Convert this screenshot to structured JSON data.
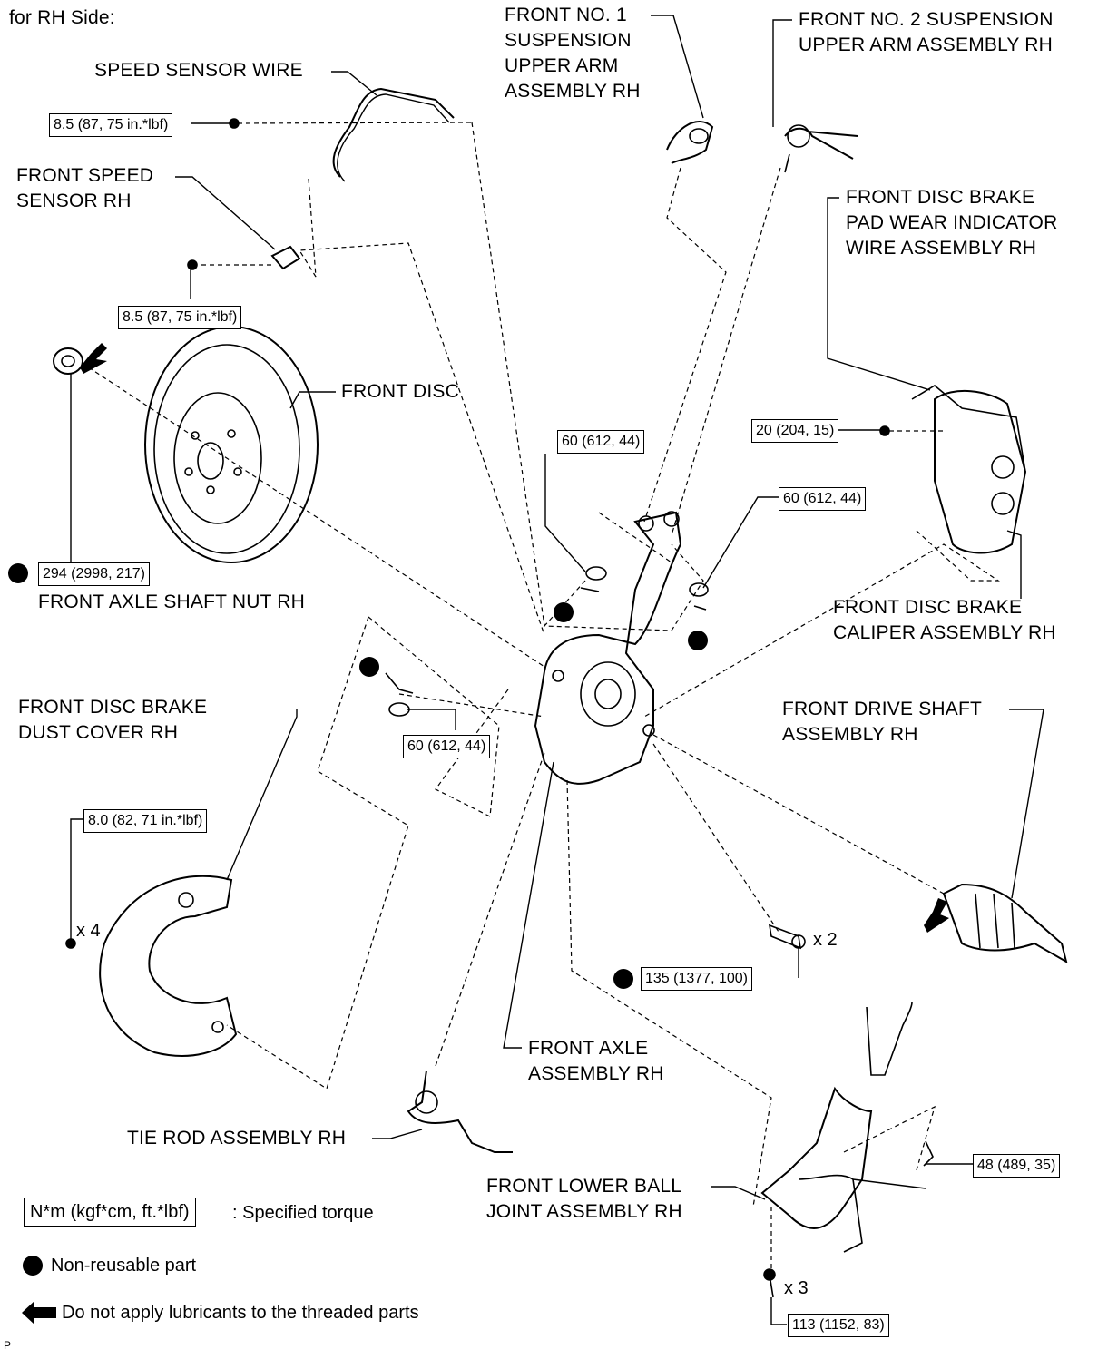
{
  "header": {
    "side": "for RH Side:"
  },
  "labels": {
    "speed_sensor_wire": "SPEED SENSOR WIRE",
    "front_speed_sensor": "FRONT SPEED\nSENSOR RH",
    "front_disc": "FRONT DISC",
    "front_axle_shaft_nut": "FRONT AXLE SHAFT NUT RH",
    "dust_cover": "FRONT DISC BRAKE\nDUST COVER RH",
    "tie_rod": "TIE ROD ASSEMBLY RH",
    "no1_upper_arm": "FRONT NO. 1\nSUSPENSION\nUPPER ARM\nASSEMBLY RH",
    "no2_upper_arm": "FRONT NO. 2 SUSPENSION\nUPPER ARM ASSEMBLY RH",
    "pad_wear_wire": "FRONT DISC BRAKE\nPAD WEAR INDICATOR\nWIRE ASSEMBLY RH",
    "caliper": "FRONT DISC BRAKE\nCALIPER ASSEMBLY RH",
    "drive_shaft": "FRONT DRIVE SHAFT\nASSEMBLY RH",
    "front_axle": "FRONT AXLE\nASSEMBLY RH",
    "lower_ball_joint": "FRONT LOWER BALL\nJOINT ASSEMBLY RH"
  },
  "torques": {
    "speed_wire_bolt": "8.5 (87, 75 in.*lbf)",
    "speed_sensor_bolt": "8.5 (87, 75 in.*lbf)",
    "axle_nut": "294 (2998, 217)",
    "upper_arm1_nut": "60 (612, 44)",
    "upper_arm2_nut": "60 (612, 44)",
    "tie_rod_nut": "60 (612, 44)",
    "caliper_bolt": "20 (204, 15)",
    "dust_cover_bolt": "8.0 (82, 71 in.*lbf)",
    "lower_bolts": "135 (1377, 100)",
    "ball_joint_bolt": "48 (489, 35)",
    "ball_joint_lower": "113 (1152, 83)"
  },
  "multipliers": {
    "dust_cover": "x 4",
    "lower_bolts": "x 2",
    "ball_joint_lower": "x 3"
  },
  "legend": {
    "torque_box": "N*m (kgf*cm, ft.*lbf)",
    "torque_text": ": Specified torque",
    "non_reusable": "Non-reusable part",
    "no_lubricant": "Do not apply lubricants to the threaded parts"
  },
  "footer": {
    "mark": "P"
  }
}
